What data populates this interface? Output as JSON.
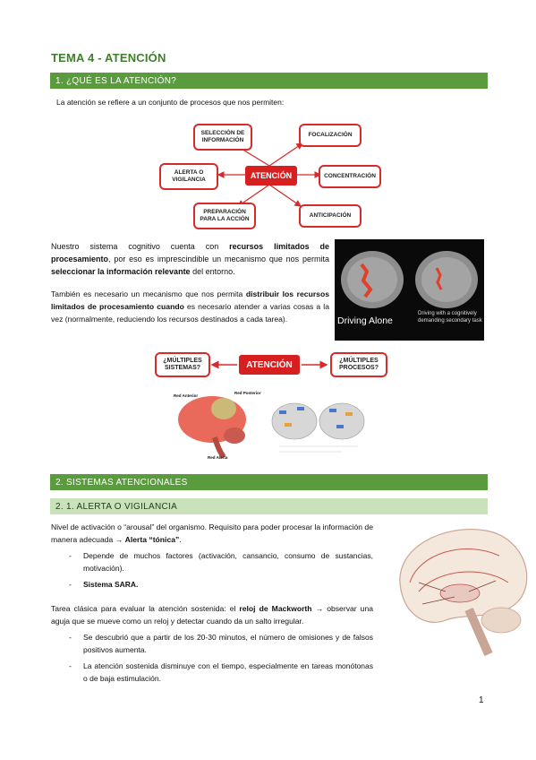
{
  "title": "TEMA 4 - ATENCIÓN",
  "section1": {
    "heading": "1. ¿QUÉ ES LA ATENCIÓN?",
    "intro": "La atención se refiere a un conjunto de procesos que nos permiten:",
    "diagram": {
      "center": "ATENCIÓN",
      "nodes": [
        "SELECCIÓN DE INFORMACIÓN",
        "FOCALIZACIÓN",
        "ALERTA O VIGILANCIA",
        "CONCENTRACIÓN",
        "PREPARACIÓN PARA LA ACCIÓN",
        "ANTICIPACIÓN"
      ]
    },
    "para1": {
      "t1": "Nuestro sistema cognitivo cuenta con ",
      "b1": "recursos limitados de procesamiento",
      "t2": ", por eso es imprescindible un mecanismo que nos permita ",
      "b2": "seleccionar la información relevante",
      "t3": " del entorno."
    },
    "para2": {
      "t1": "También es necesario un mecanismo que nos permita ",
      "b1": "distribuir los recursos limitados de procesamiento cuando",
      "t2": " es necesario atender a varias cosas a la vez (normalmente, reduciendo los recursos destinados a cada tarea)."
    },
    "brain_scan": {
      "left_caption": "Driving Alone",
      "right_caption": "Driving with a cognitively demanding secondary task"
    },
    "diagram2": {
      "center": "ATENCIÓN",
      "left": "¿MÚLTIPLES SISTEMAS?",
      "right": "¿MÚLTIPLES PROCESOS?"
    },
    "brain_labels": {
      "anterior": "Red Anterior",
      "posterior": "Red Posterior",
      "alerta": "Red Alerta"
    }
  },
  "section2": {
    "heading": "2. SISTEMAS ATENCIONALES",
    "sub_heading": "2. 1. ALERTA O VIGILANCIA",
    "para1": {
      "t1": "Nivel de activación o “arousal” del organismo. Requisito para poder procesar la información de manera adecuada → ",
      "b1": "Alerta “tónica”",
      "t2": "."
    },
    "bullets1": [
      "Depende de muchos factores (activación, cansancio, consumo de sustancias, motivación).",
      "Sistema SARA."
    ],
    "para2": {
      "t1": "Tarea clásica para evaluar la atención sostenida: el ",
      "b1": "reloj de Mackworth",
      "t2": " → observar una aguja que se mueve como un reloj y detectar cuando da un salto irregular."
    },
    "bullets2": [
      "Se descubrió que a partir de los 20-30 minutos, el número de omisiones y de falsos positivos aumenta.",
      "La atención sostenida disminuye con el tiempo, especialmente en tareas monótonas o de baja estimulación."
    ]
  },
  "page_number": "1",
  "colors": {
    "accent": "#5a9b3e",
    "accent_light": "#c9e2bb",
    "red": "#d71f1f",
    "title": "#3f7f2c"
  }
}
